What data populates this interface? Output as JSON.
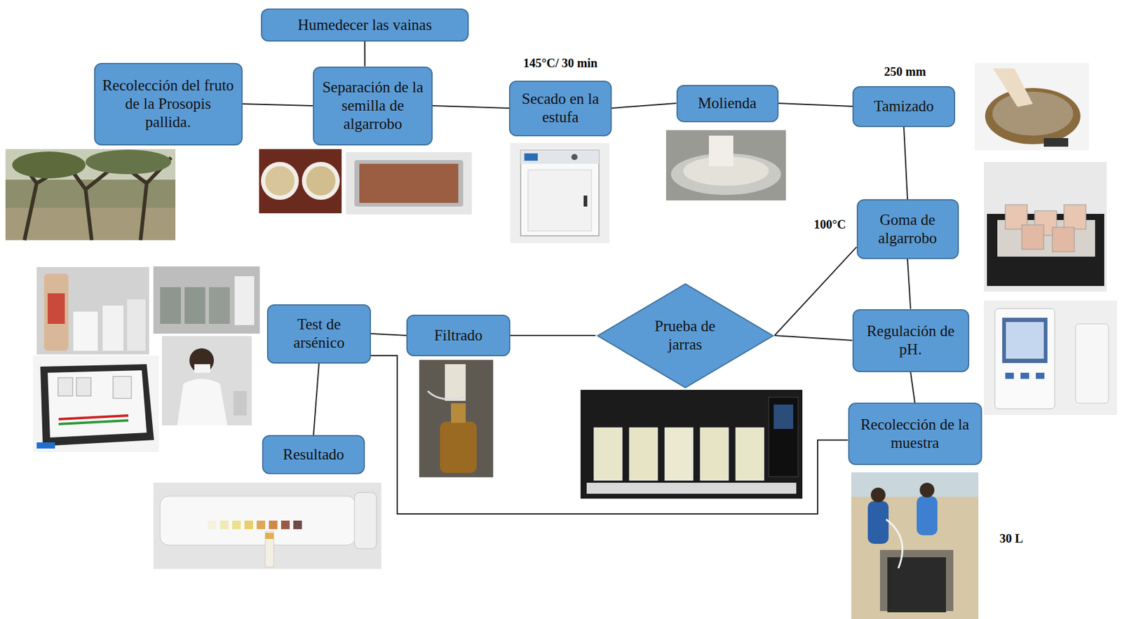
{
  "diagram": {
    "nodes": [
      {
        "text": [
          "Recolección del fruto de la Prosopis pallida."
        ]
      },
      {
        "text": [
          "Humedecer las vainas"
        ]
      },
      {
        "text": [
          "Separación de la semilla de algarrobo"
        ]
      },
      {
        "text": [
          "Secado en la estufa"
        ]
      },
      {
        "text": [
          "Molienda"
        ]
      },
      {
        "text": [
          "Tamizado"
        ]
      },
      {
        "text": [
          "Goma de algarrobo"
        ]
      },
      {
        "text": [
          "Regulación de pH."
        ]
      },
      {
        "text": [
          "Recolección de la muestra"
        ]
      },
      {
        "text": [
          "Prueba de jarras"
        ]
      },
      {
        "text": [
          "Filtrado"
        ]
      },
      {
        "text": [
          "Test de arsénico"
        ]
      },
      {
        "text": [
          "Resultado"
        ]
      }
    ],
    "edges": [
      {
        "from": 0,
        "to": 2,
        "arrow": "none"
      },
      {
        "from": 1,
        "to": 2,
        "arrow": "none"
      },
      {
        "from": 2,
        "to": 3,
        "arrow": "none"
      },
      {
        "from": 3,
        "to": 4,
        "arrow": "none"
      },
      {
        "from": 4,
        "to": 5,
        "arrow": "none"
      },
      {
        "from": 5,
        "to": 6,
        "arrow": "none"
      },
      {
        "from": 6,
        "to": 7,
        "arrow": "none"
      },
      {
        "from": 8,
        "to": 7,
        "arrow": "none"
      },
      {
        "from": 6,
        "to": 9,
        "arrow": "none"
      },
      {
        "from": 7,
        "to": 9,
        "arrow": "none"
      },
      {
        "from": 9,
        "to": 10,
        "arrow": "none"
      },
      {
        "from": 10,
        "to": 11,
        "arrow": "none"
      },
      {
        "from": 11,
        "to": 12,
        "arrow": "none"
      },
      {
        "from": 11,
        "to": 8,
        "arrow": "none"
      }
    ],
    "labels": [
      "145°C/ 30 min",
      "250 mm",
      "100°C",
      "30 L"
    ]
  }
}
